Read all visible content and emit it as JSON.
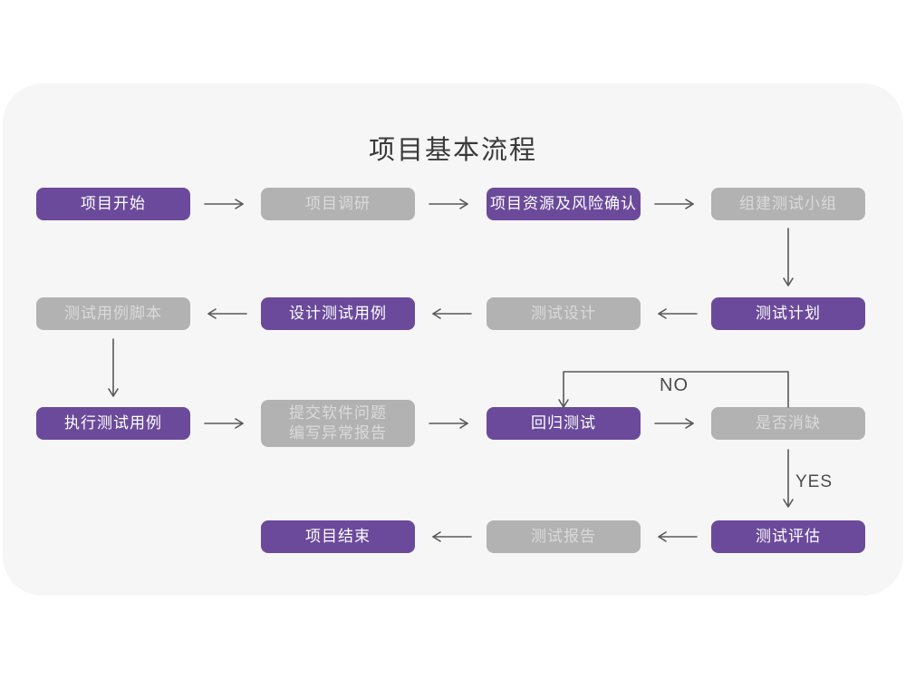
{
  "page": {
    "title": "项目基本流程"
  },
  "flowchart": {
    "nodes": [
      {
        "id": "project-start",
        "label": "项目开始",
        "variant": "purple"
      },
      {
        "id": "project-research",
        "label": "项目调研",
        "variant": "gray"
      },
      {
        "id": "resource-risk",
        "label": "项目资源及风险确认",
        "variant": "purple"
      },
      {
        "id": "build-test-team",
        "label": "组建测试小组",
        "variant": "gray"
      },
      {
        "id": "test-plan",
        "label": "测试计划",
        "variant": "purple"
      },
      {
        "id": "test-design",
        "label": "测试设计",
        "variant": "gray"
      },
      {
        "id": "design-test-case",
        "label": "设计测试用例",
        "variant": "purple"
      },
      {
        "id": "test-case-script",
        "label": "测试用例脚本",
        "variant": "gray"
      },
      {
        "id": "run-test-case",
        "label": "执行测试用例",
        "variant": "purple"
      },
      {
        "id": "submit-issue",
        "label": "提交软件问题\n编写异常报告",
        "variant": "gray"
      },
      {
        "id": "regression-test",
        "label": "回归测试",
        "variant": "purple"
      },
      {
        "id": "defect-cleared",
        "label": "是否消缺",
        "variant": "gray"
      },
      {
        "id": "test-evaluate",
        "label": "测试评估",
        "variant": "purple"
      },
      {
        "id": "test-report",
        "label": "测试报告",
        "variant": "gray"
      },
      {
        "id": "project-end",
        "label": "项目结束",
        "variant": "purple"
      }
    ],
    "branch_labels": {
      "no": "NO",
      "yes": "YES"
    }
  },
  "colors": {
    "purple": "#6b4a9b",
    "gray": "#b3b2b2",
    "gray_text": "#dadada",
    "arrow": "#58585a",
    "card_background": "#f7f6f6",
    "title_text": "#3a3a3a"
  }
}
